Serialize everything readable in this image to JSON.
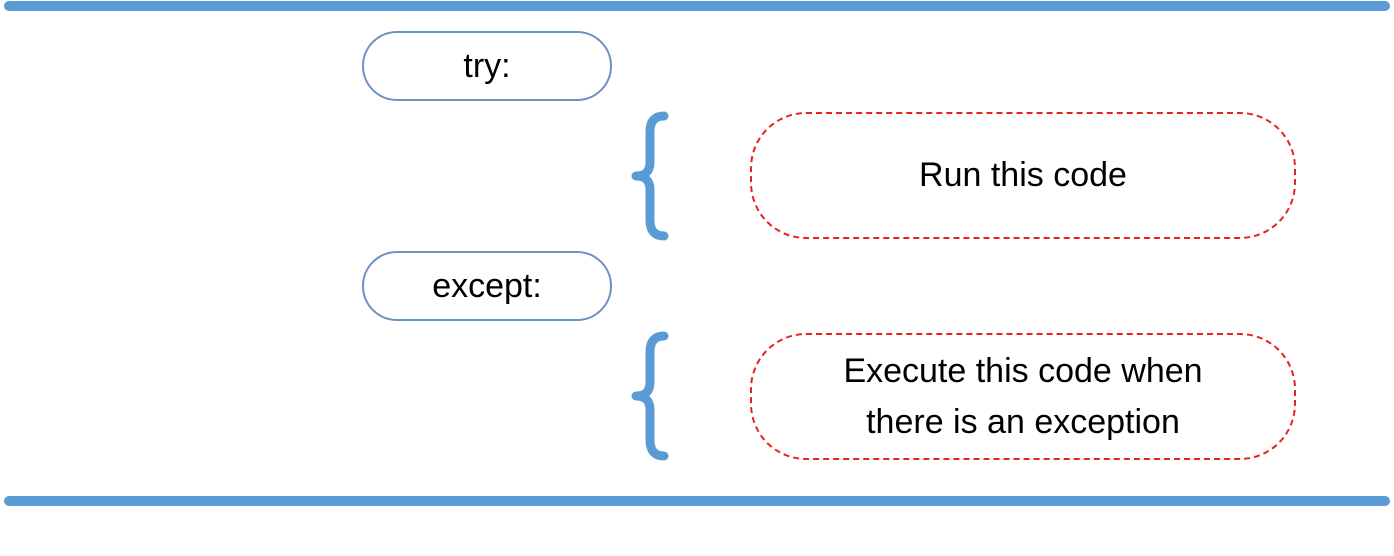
{
  "diagram": {
    "keywords": {
      "try_label": "try:",
      "except_label": "except:"
    },
    "blocks": {
      "run_label": "Run this code",
      "exec_line1": "Execute this code when",
      "exec_line2": "there is an exception"
    },
    "colors": {
      "rule": "#5b9bd5",
      "keyword_border": "#6d92c6",
      "brace": "#5b9bd5",
      "block_border": "#e8231f"
    }
  }
}
